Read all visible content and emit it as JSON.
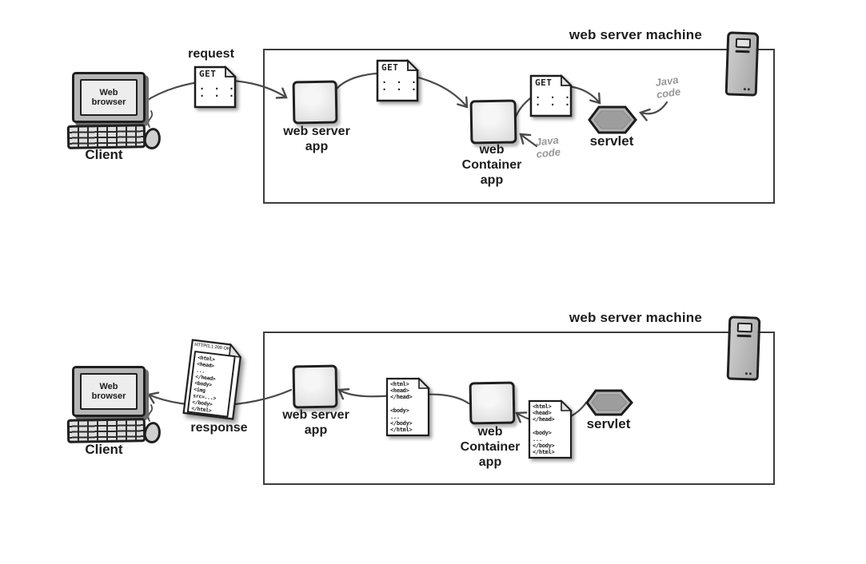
{
  "diagram": {
    "machine_title": "web server machine",
    "client": {
      "label": "Client",
      "screen_text": "Web\nbrowser"
    },
    "nodes": {
      "web_server_app": "web server\napp",
      "web_container_app": "web\nContainer\napp",
      "servlet": "servlet"
    },
    "annotations": {
      "java_code": "Java\ncode"
    }
  },
  "request_flow": {
    "label": "request",
    "get_doc": {
      "title": "GET",
      "dots": ". . .\n. . ."
    }
  },
  "response_flow": {
    "label": "response",
    "response_doc": {
      "header": "HTTP/1.1 200 OK",
      "code": "<html>\n<head>\n...\n</head>\n<body>\n<img src=...>\n</body>\n</html>"
    },
    "html_doc": {
      "code": "<html>\n<head>\n</head>\n\n<body>\n...\n</body>\n</html>"
    }
  },
  "colors": {
    "ink": "#1f1f1f",
    "arrow": "#4a4a4a",
    "note_gray": "#979797",
    "box_border": "#3c3c3c",
    "fill_light": "#ebebeb",
    "fill_mid": "#b2b2b2",
    "paper": "#ffffff"
  }
}
